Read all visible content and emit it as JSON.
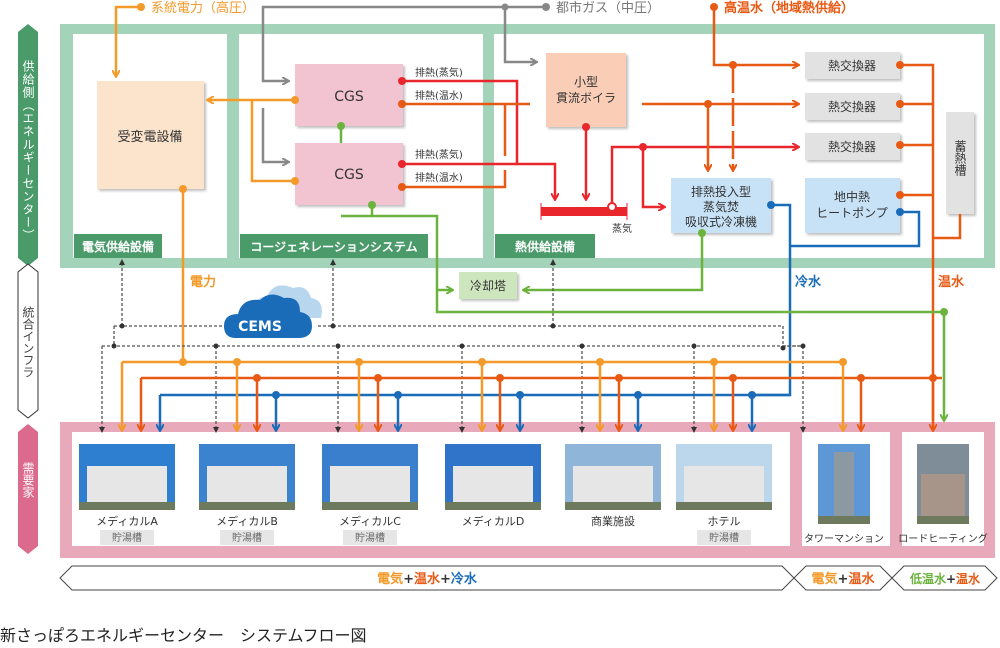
{
  "caption": "新さっぽろエネルギーセンター　システムフロー図",
  "side_labels": {
    "supply": "供給側（エネルギーセンター）",
    "infra": "統合インフラ",
    "demand": "需要家"
  },
  "inputs": {
    "grid_power": "系統電力（高圧）",
    "city_gas": "都市ガス（中圧）",
    "district_heat": "高温水（地域熱供給）"
  },
  "sections": {
    "electric": "電気供給設備",
    "cogen": "コージェネレーションシステム",
    "heat": "熱供給設備"
  },
  "equipment": {
    "substation": "受変電設備",
    "cgs1": "CGS",
    "cgs2": "CGS",
    "exhaust_steam": "排熱(蒸気)",
    "exhaust_hotwater": "排熱(温水)",
    "boiler_line1": "小型",
    "boiler_line2": "貫流ボイラ",
    "steam_header": "蒸気",
    "hx1": "熱交換器",
    "hx2": "熱交換器",
    "hx3": "熱交換器",
    "storage": "蓄熱槽",
    "chiller_line1": "排熱投入型",
    "chiller_line2": "蒸気焚",
    "chiller_line3": "吸収式冷凍機",
    "gshp_line1": "地中熱",
    "gshp_line2": "ヒートポンプ",
    "cooling_tower": "冷却塔",
    "cems": "CEMS"
  },
  "flow_labels": {
    "power": "電力",
    "chilled_water": "冷水",
    "hot_water": "温水"
  },
  "consumers": [
    {
      "name": "メディカルA",
      "tank": "貯湯槽"
    },
    {
      "name": "メディカルB",
      "tank": "貯湯槽"
    },
    {
      "name": "メディカルC",
      "tank": "貯湯槽"
    },
    {
      "name": "メディカルD",
      "tank": ""
    },
    {
      "name": "商業施設",
      "tank": ""
    },
    {
      "name": "ホテル",
      "tank": "貯湯槽"
    },
    {
      "name": "タワーマンション",
      "tank": ""
    },
    {
      "name": "ロードヒーティング",
      "tank": ""
    }
  ],
  "supply_types": [
    {
      "parts": [
        "電気",
        "温水",
        "冷水"
      ]
    },
    {
      "parts": [
        "電気",
        "温水"
      ]
    },
    {
      "parts": [
        "低温水",
        "温水"
      ]
    }
  ],
  "plus": "+",
  "colors": {
    "green_frame": "#a3d3b8",
    "green_label": "#4a9a6a",
    "pink_frame": "#e8a9bb",
    "pink_label": "#dc6a8c",
    "power": "#f39a2a",
    "hotwater": "#e85a14",
    "steam": "#e8262c",
    "chilled": "#1a6cb8",
    "gas": "#888888",
    "lowtemp": "#6cb33e"
  }
}
